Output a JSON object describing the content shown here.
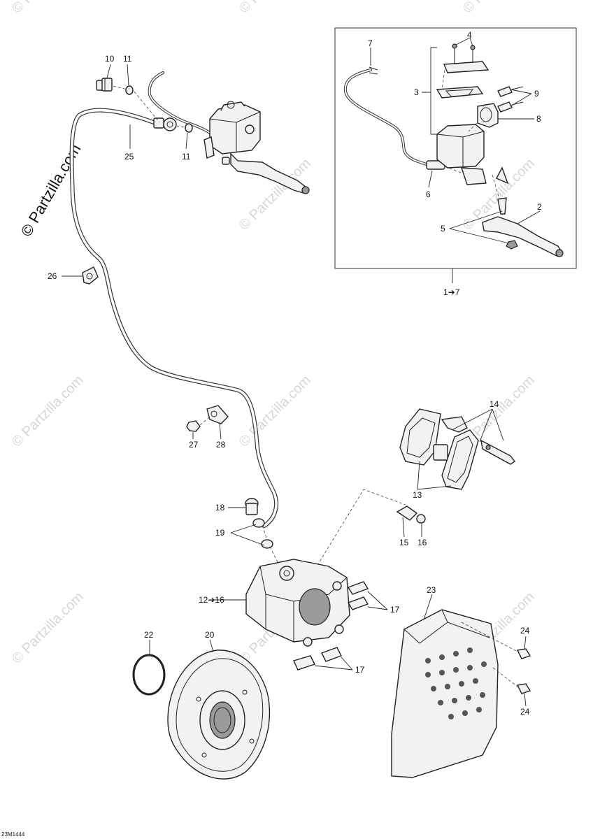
{
  "watermark_text": "© Partzilla.com",
  "diagram_code": "23M1444",
  "callouts": {
    "c2": "2",
    "c3": "3",
    "c4": "4",
    "c5": "5",
    "c6": "6",
    "c7": "7",
    "c8": "8",
    "c9": "9",
    "c10": "10",
    "c11a": "11",
    "c11b": "11",
    "c12_16": "12➔16",
    "c13": "13",
    "c14": "14",
    "c15": "15",
    "c16": "16",
    "c17a": "17",
    "c17b": "17",
    "c18": "18",
    "c19": "19",
    "c20": "20",
    "c22": "22",
    "c23": "23",
    "c24a": "24",
    "c24b": "24",
    "c25": "25",
    "c26": "26",
    "c27": "27",
    "c28": "28",
    "c1_7": "1➔7"
  }
}
